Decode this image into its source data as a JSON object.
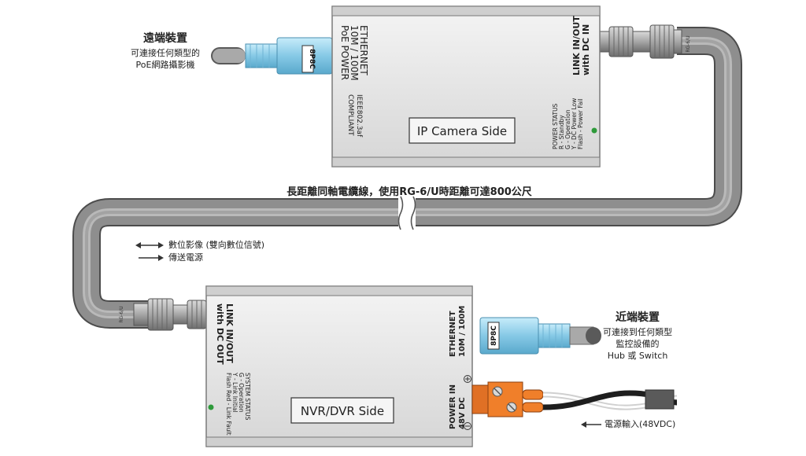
{
  "remote": {
    "heading": "遠端裝置",
    "desc_lines": [
      "可連接任何類型的",
      "PoE網路攝影機"
    ]
  },
  "local": {
    "heading": "近端裝置",
    "desc_lines": [
      "可連接到任何類型",
      "監控設備的",
      "Hub 或 Switch"
    ]
  },
  "cable_caption": "長距離同軸電纜線，使用RG-6/U時距離可達800公尺",
  "cable_marking": "RG-6/U",
  "legend": {
    "bidirectional": "數位影像 (雙向數位信號)",
    "power": "傳送電源"
  },
  "power_input_label": "電源輸入(48VDC)",
  "ip_unit": {
    "side_label": "IP Camera Side",
    "ethernet_lines": [
      "ETHERNET",
      "10M / 100M",
      "PoE  POWER"
    ],
    "ieee_lines": [
      "IEEE802.3af",
      "COMPLIANT"
    ],
    "link_lines": [
      "LINK IN/OUT",
      "with DC IN"
    ],
    "status_lines": [
      "POWER STATUS",
      "R - Standby",
      "G - Operation",
      "Y - DC Power Low",
      "Flash - Power Fail"
    ],
    "jack_label": "8P8C"
  },
  "nvr_unit": {
    "side_label": "NVR/DVR Side",
    "link_lines": [
      "LINK IN/OUT",
      "with DC OUT"
    ],
    "status_lines": [
      "SYSTEM STATUS",
      "G - Operation",
      "Y - Link Initial",
      "Flash Red - Link Fault"
    ],
    "ethernet_lines": [
      "ETHERNET",
      "10M / 100M"
    ],
    "power_lines": [
      "POWER IN",
      "48V DC"
    ],
    "jack_label": "8P8C"
  },
  "colors": {
    "housing": "#e6e6e6",
    "housing_edge": "#7a7a7a",
    "cable": "#8e8e8e",
    "rj45": "#8fd0ea",
    "terminal": "#f07f2a",
    "led": "#2e9a3a"
  }
}
